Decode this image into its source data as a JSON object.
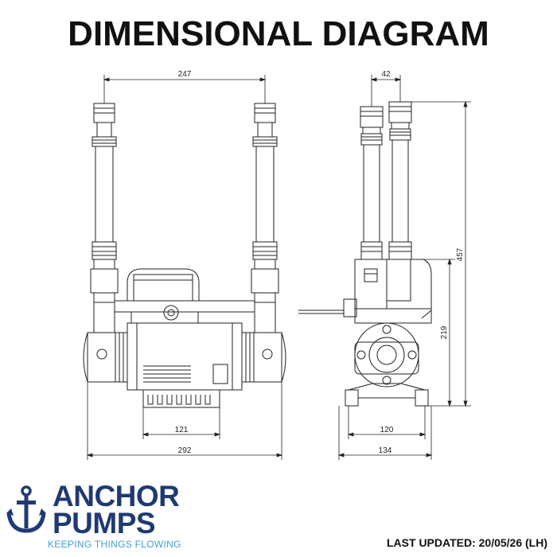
{
  "title": "DIMENSIONAL DIAGRAM",
  "dimensions": {
    "top_width": "247",
    "side_offset": "42",
    "total_height": "457",
    "inlet_height": "219",
    "base_width_front": "121",
    "overall_width_front": "292",
    "base_width_side": "120",
    "overall_width_side": "134"
  },
  "logo": {
    "line1": "ANCHOR",
    "line2": "PUMPS",
    "tagline": "KEEPING THINGS FLOWING"
  },
  "last_updated": "LAST UPDATED: 20/05/26 (LH)",
  "colors": {
    "brand_navy": "#1f3a73",
    "brand_blue": "#3f9fd6",
    "drawing_line": "#222222"
  }
}
